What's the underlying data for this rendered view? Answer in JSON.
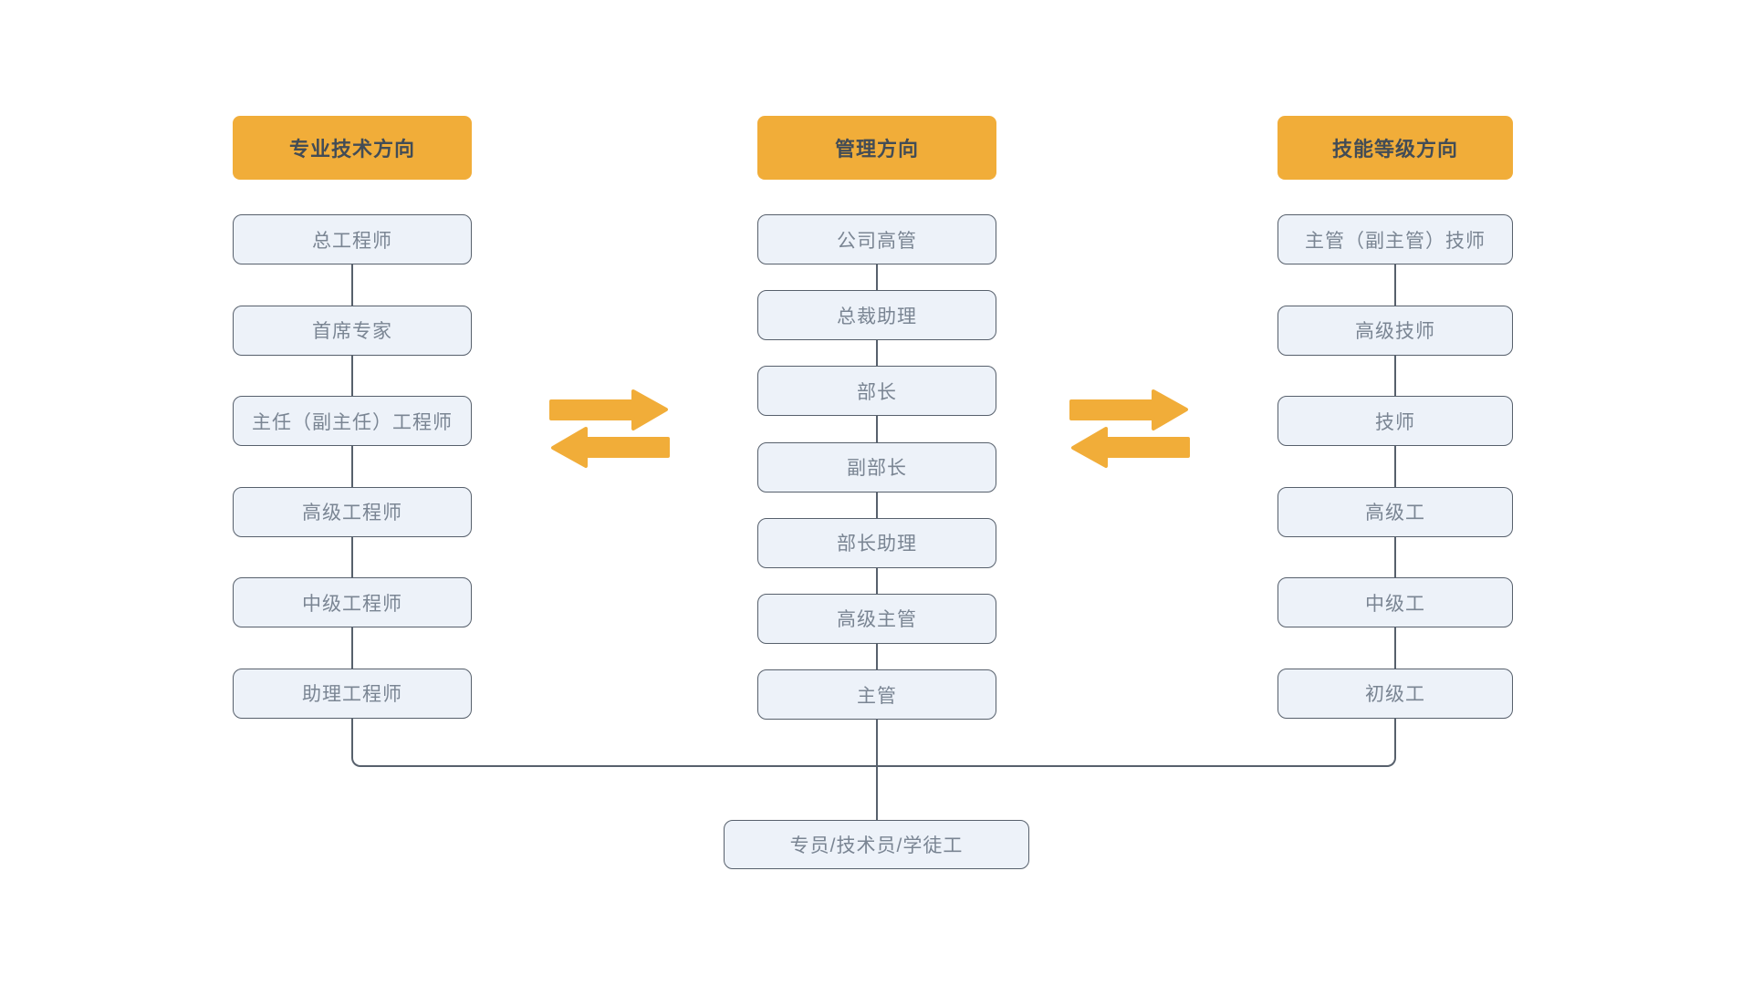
{
  "diagram": {
    "columns": [
      {
        "id": "professional",
        "header": "专业技术方向",
        "items": [
          "总工程师",
          "首席专家",
          "主任（副主任）工程师",
          "高级工程师",
          "中级工程师",
          "助理工程师"
        ]
      },
      {
        "id": "management",
        "header": "管理方向",
        "items": [
          "公司高管",
          "总裁助理",
          "部长",
          "副部长",
          "部长助理",
          "高级主管",
          "主管"
        ]
      },
      {
        "id": "skill",
        "header": "技能等级方向",
        "items": [
          "主管（副主管）技师",
          "高级技师",
          "技师",
          "高级工",
          "中级工",
          "初级工"
        ]
      }
    ],
    "bottom_box": "专员/技术员/学徒工",
    "icons": {
      "exchange_arrows": "double-exchange-arrow"
    },
    "colors": {
      "header_bg": "#F1AD39",
      "box_bg": "#EDF2F9",
      "box_border": "#57606C",
      "box_text": "#7A8593",
      "header_text": "#424C56",
      "line": "#57606C",
      "arrow": "#F1AD39"
    }
  }
}
